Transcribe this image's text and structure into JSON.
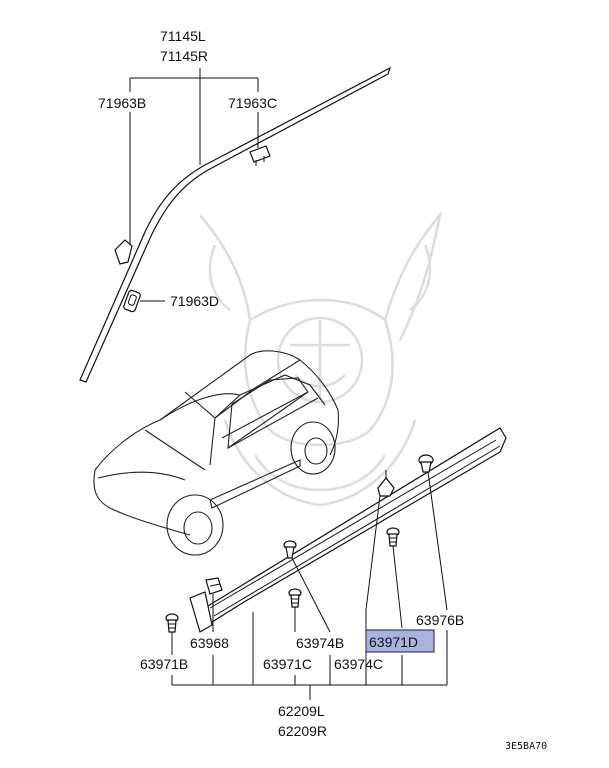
{
  "labels": {
    "p71145L": "71145L",
    "p71145R": "71145R",
    "p71963B": "71963B",
    "p71963C": "71963C",
    "p71963D": "71963D",
    "p63976B": "63976B",
    "p63968": "63968",
    "p63974B": "63974B",
    "p63971D": "63971D",
    "p63971B": "63971B",
    "p63971C": "63971C",
    "p63974C": "63974C",
    "p62209L": "62209L",
    "p62209R": "62209R"
  },
  "diagram_code": "3E5BA70",
  "highlight_color": "#a9b3e0"
}
